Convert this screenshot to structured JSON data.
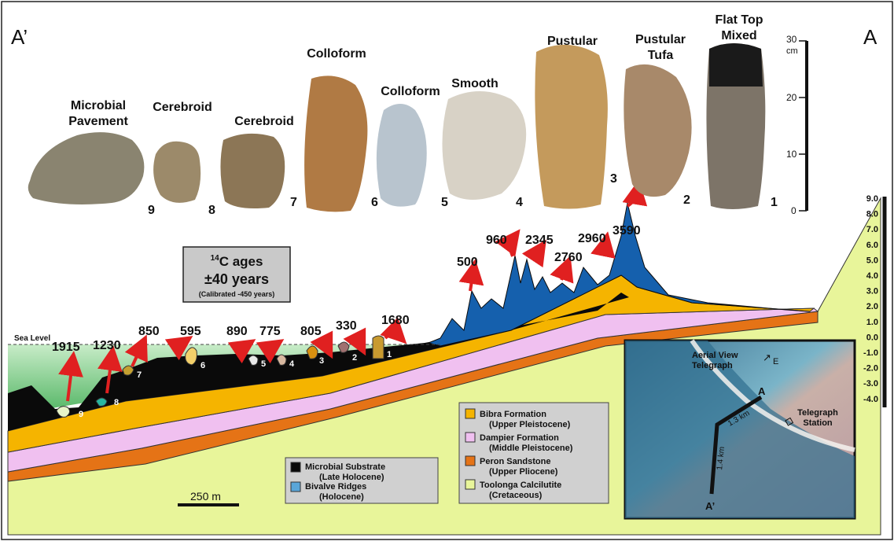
{
  "corners": {
    "left": "A’",
    "right": "A"
  },
  "sample_labels": [
    {
      "name": "Microbial\nPavement",
      "number": "9"
    },
    {
      "name": "Cerebroid",
      "number": "8"
    },
    {
      "name": "Cerebroid",
      "number": "7"
    },
    {
      "name": "Colloform",
      "number": "6"
    },
    {
      "name": "Colloform",
      "number": "5"
    },
    {
      "name": "Smooth",
      "number": "4"
    },
    {
      "name": "Pustular",
      "number": "3"
    },
    {
      "name": "Pustular\nTufa",
      "number": "2"
    },
    {
      "name": "Flat Top\nMixed",
      "number": "1"
    }
  ],
  "scale_bar": {
    "ticks": [
      "30",
      "20",
      "10",
      "0"
    ],
    "unit": "cm"
  },
  "c14_box": {
    "line1_sup": "14",
    "line1": "C ages",
    "line2": "±40 years",
    "line3": "(Calibrated -450 years)"
  },
  "ages_nearshore": [
    "1915",
    "1230",
    "850",
    "595",
    "890",
    "775",
    "805",
    "330",
    "1680"
  ],
  "ages_ridge": [
    "500",
    "960",
    "2345",
    "2760",
    "2960",
    "3590"
  ],
  "site_numbers": [
    "9",
    "8",
    "7",
    "6",
    "5",
    "4",
    "3",
    "2",
    "1"
  ],
  "sea_level_label": "Sea Level",
  "elevation_axis": [
    "9.0",
    "8.0",
    "7.0",
    "6.0",
    "5.0",
    "4.0",
    "3.0",
    "2.0",
    "1.0",
    "0.0",
    "-1.0",
    "-2.0",
    "-3.0",
    "-4.0"
  ],
  "legend_left": [
    {
      "label": "Microbial Substrate\n(Late Holocene)",
      "color": "#0a0a0a"
    },
    {
      "label": "Bivalve Ridges\n(Holocene)",
      "color": "#5aa6d8"
    }
  ],
  "legend_right": [
    {
      "label": "Bibra Formation\n(Upper Pleistocene)",
      "color": "#f5b400"
    },
    {
      "label": "Dampier Formation\n(Middle Pleistocene)",
      "color": "#f0c0f0"
    },
    {
      "label": "Peron Sandstone\n(Upper Pliocene)",
      "color": "#e57316"
    },
    {
      "label": "Toolonga Calcilutite\n(Cretaceous)",
      "color": "#e8f59a"
    }
  ],
  "distance_scale": "250 m",
  "inset": {
    "title": "Aerial View\nTelegraph",
    "north": "E",
    "point_a": "A",
    "point_a_prime": "A’",
    "seg1": "1.3 km",
    "seg2": "1.4 km",
    "station": "Telegraph\nStation"
  },
  "colors": {
    "microbial": "#0a0a0a",
    "bivalve": "#1560ad",
    "bibra": "#f5b400",
    "dampier": "#f0c0f0",
    "peron": "#e57316",
    "toolonga": "#e8f59a",
    "arrow": "#e02020"
  }
}
